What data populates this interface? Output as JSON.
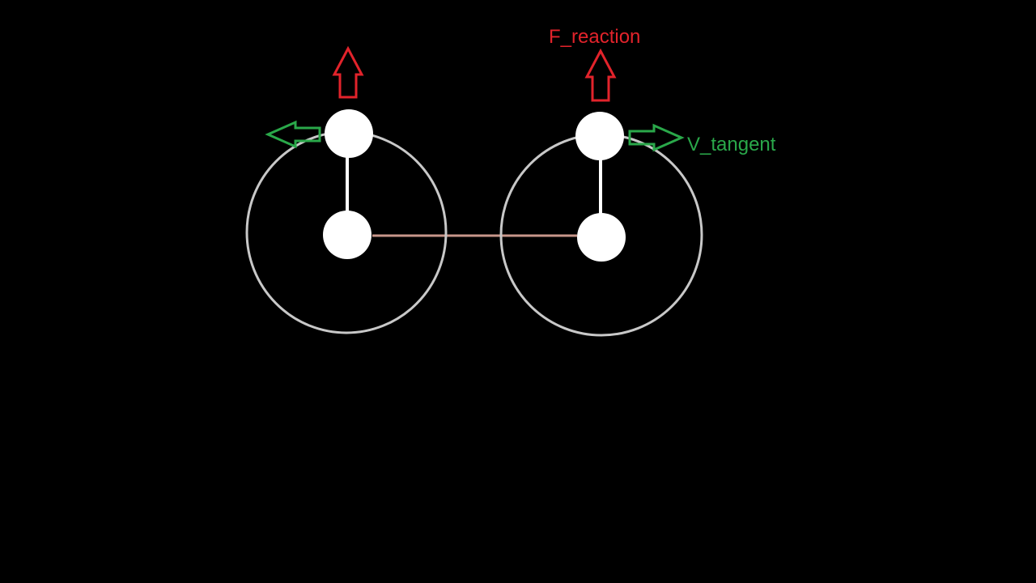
{
  "labels": {
    "reaction_force": "F_reaction",
    "tangent_velocity": "V_tangent"
  },
  "colors": {
    "background": "#000000",
    "orbit": "#c8c8c8",
    "body": "#ffffff",
    "connector": "#c7968a",
    "force_arrow": "#e2232b",
    "velocity_arrow": "#2aa84a"
  },
  "rotors": [
    {
      "name": "left",
      "reaction_arrow": "up",
      "velocity_arrow": "left"
    },
    {
      "name": "right",
      "reaction_arrow": "up",
      "velocity_arrow": "right"
    }
  ]
}
